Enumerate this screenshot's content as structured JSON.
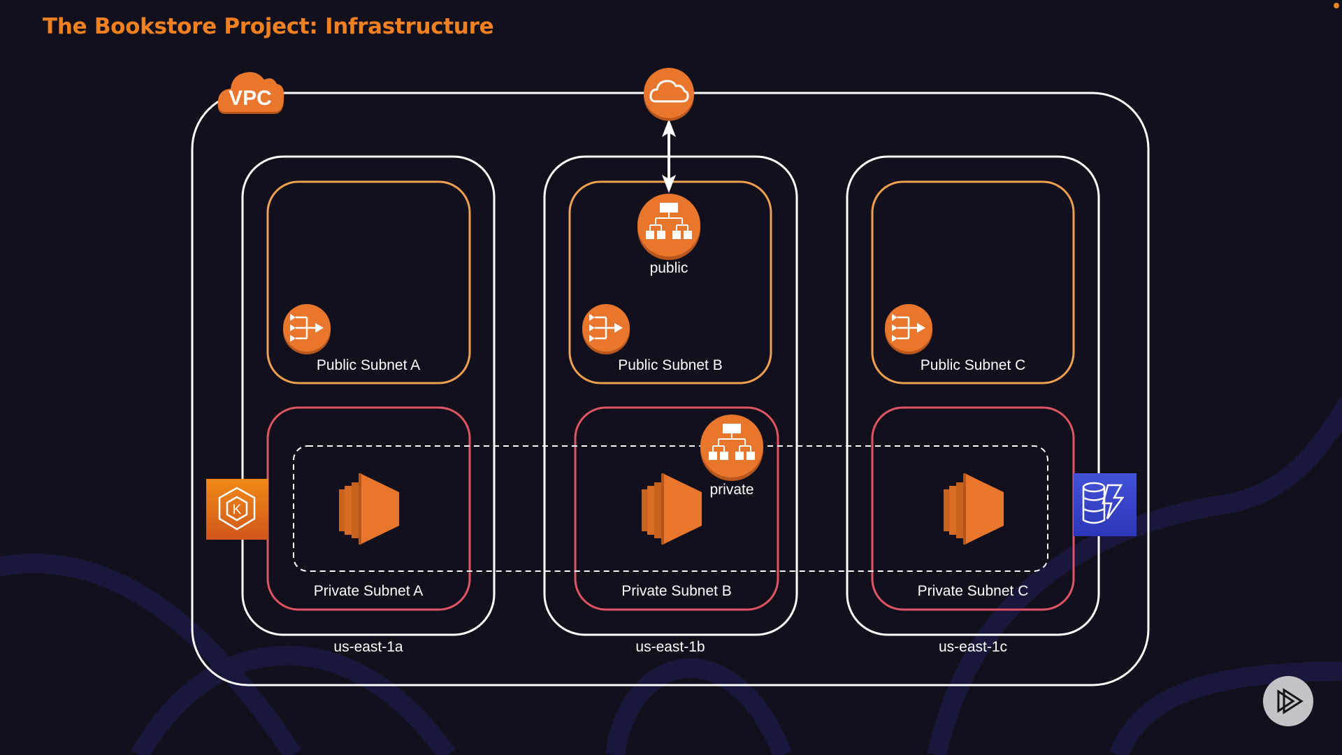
{
  "title": "The Bookstore Project: Infrastructure",
  "colors": {
    "background": "#12101c",
    "accent_orange": "#f08020",
    "public_subnet_border": "#f0a050",
    "private_subnet_border": "#e05563",
    "icon_orange": "#e8762d",
    "dynamodb_blue": "#3b48cc"
  },
  "vpc": {
    "label": "VPC",
    "icon": "vpc-cloud-icon"
  },
  "internet_gateway": {
    "icon": "cloud-icon"
  },
  "availability_zones": [
    {
      "name": "us-east-1a",
      "public_subnet": "Public Subnet A",
      "private_subnet": "Private Subnet A"
    },
    {
      "name": "us-east-1b",
      "public_subnet": "Public Subnet B",
      "private_subnet": "Private Subnet B"
    },
    {
      "name": "us-east-1c",
      "public_subnet": "Public Subnet C",
      "private_subnet": "Private Subnet C"
    }
  ],
  "load_balancers": {
    "public": {
      "label": "public",
      "icon": "load-balancer-icon"
    },
    "private": {
      "label": "private",
      "icon": "load-balancer-icon"
    }
  },
  "nat_gateway_icon": "nat-gateway-icon",
  "compute_icon": "ec2-instance-icon",
  "eks": {
    "icon": "kubernetes-icon",
    "letter": "K"
  },
  "dynamodb": {
    "icon": "dynamodb-icon"
  },
  "player": {
    "icon": "pluralsight-play-icon"
  }
}
